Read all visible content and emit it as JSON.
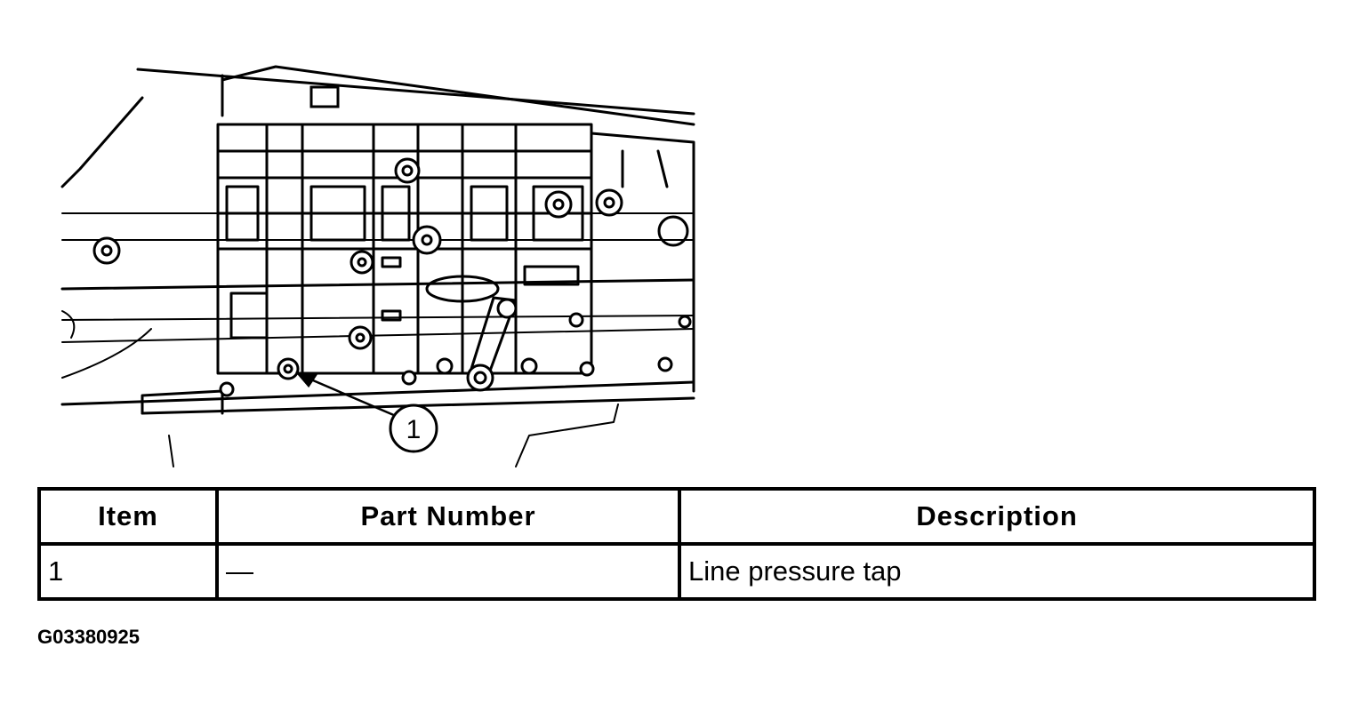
{
  "callout": {
    "number": "1"
  },
  "table": {
    "headers": [
      "Item",
      "Part Number",
      "Description"
    ],
    "rows": [
      {
        "item": "1",
        "part_number": "—",
        "description": "Line pressure tap"
      }
    ]
  },
  "figure_id": "G03380925"
}
